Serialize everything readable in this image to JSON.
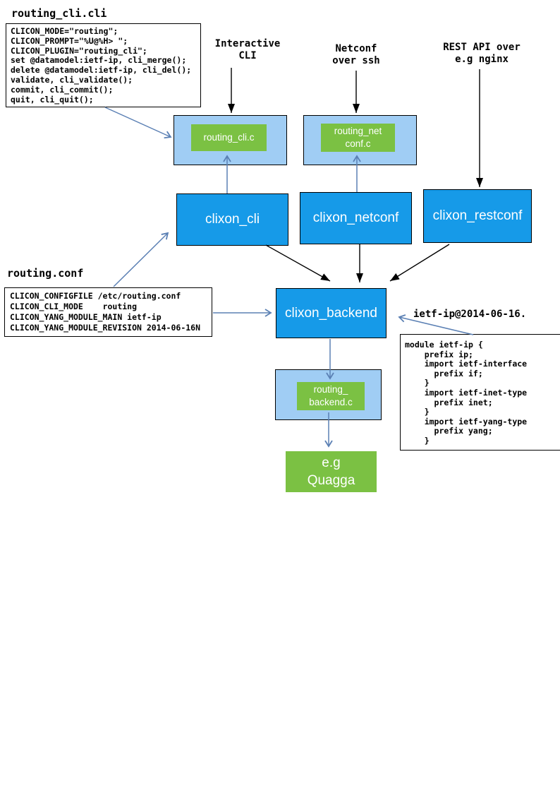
{
  "titles": {
    "routing_cli_file": "routing_cli.cli",
    "routing_conf_file": "routing.conf",
    "ietf_module_label": "ietf-ip@2014-06-16."
  },
  "code_blocks": {
    "routing_cli": "CLICON_MODE=\"routing\";\nCLICON_PROMPT=\"%U@%H> \";\nCLICON_PLUGIN=\"routing_cli\";\nset @datamodel:ietf-ip, cli_merge();\ndelete @datamodel:ietf-ip, cli_del();\nvalidate, cli_validate();\ncommit, cli_commit();\nquit, cli_quit();",
    "routing_conf": "CLICON_CONFIGFILE /etc/routing.conf\nCLICON_CLI_MODE    routing\nCLICON_YANG_MODULE_MAIN ietf-ip\nCLICON_YANG_MODULE_REVISION 2014-06-16N",
    "ietf_module": "module ietf-ip {\n    prefix ip;\n    import ietf-interface\n      prefix if;\n    }\n    import ietf-inet-type\n      prefix inet;\n    }\n    import ietf-yang-type\n      prefix yang;\n    }"
  },
  "annotations": {
    "interactive_cli": "Interactive\nCLI",
    "netconf_ssh": "Netconf\nover ssh",
    "rest_api": "REST API over\ne.g nginx"
  },
  "nodes": {
    "routing_cli_plugin": "routing_cli.c",
    "routing_netconf_plugin": "routing_net\nconf.c",
    "clixon_cli": "clixon_cli",
    "clixon_netconf": "clixon_netconf",
    "clixon_restconf": "clixon_restconf",
    "clixon_backend": "clixon_backend",
    "routing_backend_plugin": "routing_\nbackend.c",
    "quagga": "e.g\nQuagga"
  },
  "colors": {
    "node_blue": "#169ae8",
    "plugin_container_blue": "#a0cdf4",
    "plugin_green": "#7bc143",
    "connector_blue": "#5b80b4",
    "arrow_black": "#000000"
  }
}
